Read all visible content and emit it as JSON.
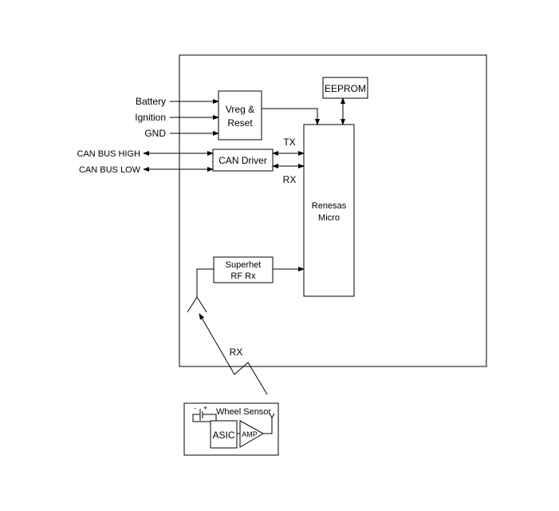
{
  "inputs": {
    "battery": "Battery",
    "ignition": "Ignition",
    "gnd": "GND"
  },
  "can_bus": {
    "high": "CAN BUS HIGH",
    "low": "CAN BUS LOW"
  },
  "blocks": {
    "vreg": [
      "Vreg &",
      "Reset"
    ],
    "eeprom": "EEPROM",
    "can_driver": "CAN Driver",
    "micro": [
      "Renesas",
      "Micro"
    ],
    "superhet": [
      "Superhet",
      "RF Rx"
    ]
  },
  "signals": {
    "tx": "TX",
    "rx": "RX",
    "rf_rx": "RX"
  },
  "wheel_sensor": {
    "title": "Wheel Sensor",
    "asic": "ASIC",
    "amp": "AMP",
    "minus": "-",
    "plus": "+"
  }
}
